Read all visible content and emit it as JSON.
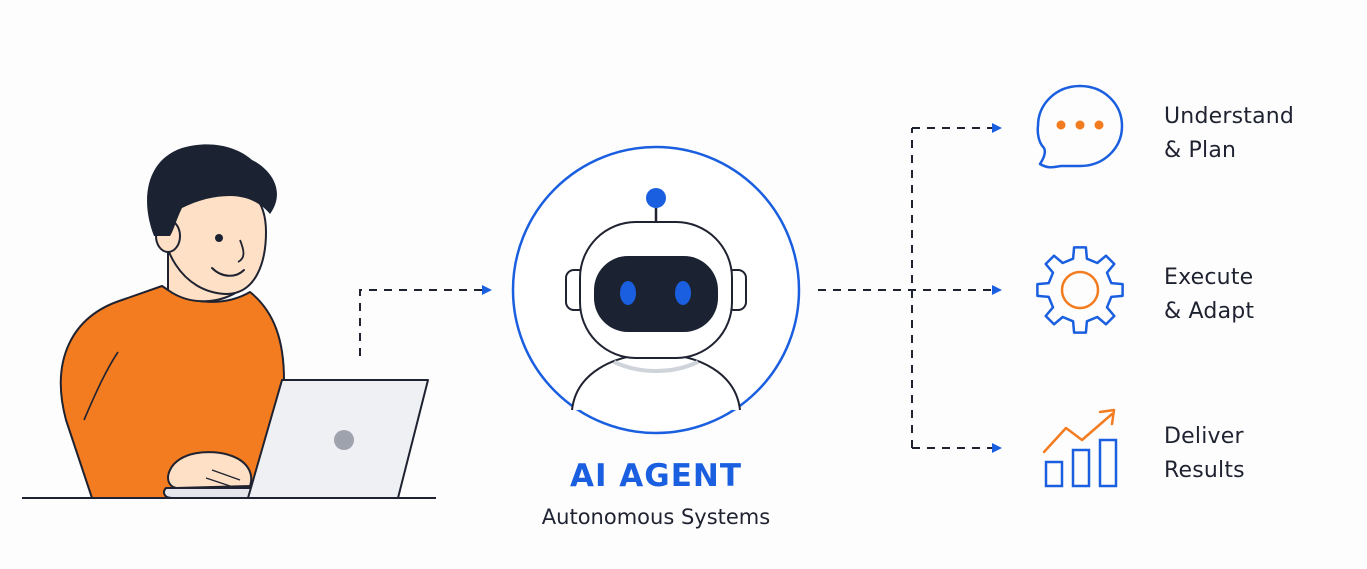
{
  "agent": {
    "title": "AI AGENT",
    "subtitle": "Autonomous Systems"
  },
  "steps": [
    {
      "line1": "Understand",
      "line2": "& Plan",
      "icon": "chat-bubble-icon"
    },
    {
      "line1": "Execute",
      "line2": "& Adapt",
      "icon": "gear-icon"
    },
    {
      "line1": "Deliver",
      "line2": "Results",
      "icon": "growth-chart-icon"
    }
  ],
  "colors": {
    "accent_blue": "#1a5fe0",
    "accent_orange": "#f47c20",
    "ink": "#1f2230",
    "robot_face": "#1b2333"
  }
}
